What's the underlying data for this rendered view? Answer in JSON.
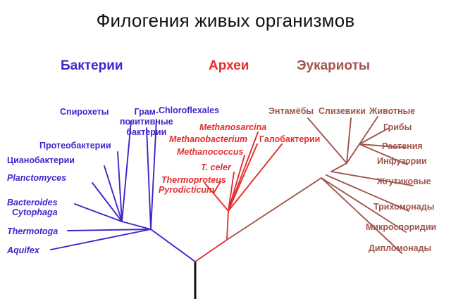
{
  "title": "Филогения живых организмов",
  "colors": {
    "bacteria": "#4422cc",
    "archaea": "#e22f2f",
    "eukaryota": "#a0564c",
    "root": "#111111",
    "background": "#ffffff"
  },
  "domains": {
    "bacteria_heading": "Бактерии",
    "archaea_heading": "Археи",
    "eukaryota_heading": "Эукариоты"
  },
  "tree": {
    "type": "unrooted-phylogenetic-tree",
    "root_label": "",
    "branches": {
      "bacteria": [
        "Спирохеты",
        "Грам-позитивные бактерии",
        "Chloroflexales",
        "Протеобактерии",
        "Цианобактерии",
        "Planctomyces",
        "Bacteroides Cytophaga",
        "Thermotoga",
        "Aquifex"
      ],
      "archaea": [
        "Methanosarcina",
        "Methanobacterium",
        "Methanococcus",
        "T. celer",
        "Thermoproteus",
        "Pyrodicticum",
        "Галобактерии"
      ],
      "eukaryota": [
        "Энтамёбы",
        "Слизевики",
        "Животные",
        "Грибы",
        "Растения",
        "Инфузории",
        "Жгутиковые",
        "Трихомонады",
        "Микроспоридии",
        "Дипломонады"
      ]
    }
  },
  "labels": {
    "bacteria": {
      "spirochetes": "Спирохеты",
      "grampositive_l1": "Грам-",
      "grampositive_l2": "позитивные",
      "grampositive_l3": "бактерии",
      "chloroflexales": "Chloroflexales",
      "proteobacteria": "Протеобактерии",
      "cyanobacteria": "Цианобактерии",
      "planctomyces": "Planctomyces",
      "bacteroides": "Bacteroides",
      "cytophaga": "Cytophaga",
      "thermotoga": "Thermotoga",
      "aquifex": "Aquifex"
    },
    "archaea": {
      "methanosarcina": "Methanosarcina",
      "methanobacterium": "Methanobacterium",
      "methanococcus": "Methanococcus",
      "tceler": "T. celer",
      "thermoproteus": "Thermoproteus",
      "pyrodicticum": "Pyrodicticum",
      "halobacteria": "Галобактерии"
    },
    "eukaryota": {
      "entamoebae": "Энтамёбы",
      "slime_molds": "Слизевики",
      "animals": "Животные",
      "fungi": "Грибы",
      "plants": "Растения",
      "ciliates": "Инфузории",
      "flagellates": "Жгутиковые",
      "trichomonads": "Трихомонады",
      "microsporidia": "Микроспоридии",
      "diplomonads": "Дипломонады"
    }
  }
}
